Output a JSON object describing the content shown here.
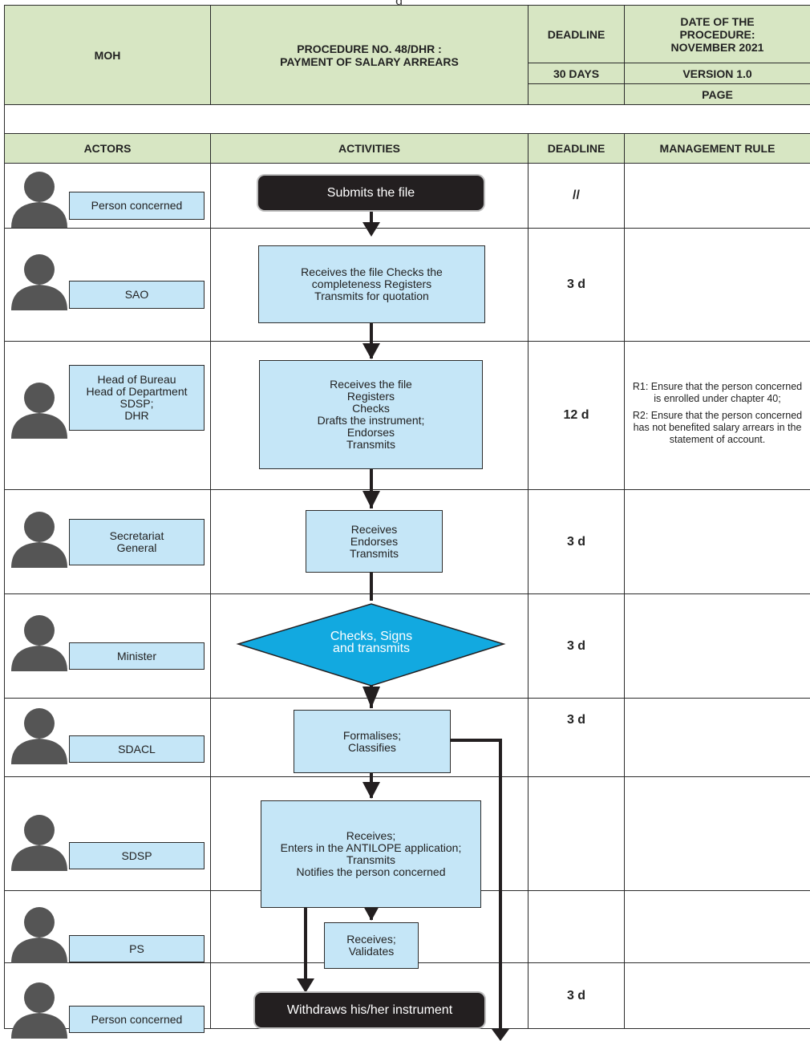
{
  "header": {
    "org": "MOH",
    "procedure_title": "PROCEDURE NO. 48/DHR :\nPAYMENT OF SALARY ARREARS",
    "deadline_label": "DEADLINE",
    "deadline_value": "30 DAYS",
    "date_label": "DATE OF THE\nPROCEDURE:\nNOVEMBER 2021",
    "version": "VERSION 1.0",
    "page_label": "PAGE"
  },
  "columns": {
    "actors": "ACTORS",
    "activities": "ACTIVITIES",
    "deadline": "DEADLINE",
    "management_rule": "MANAGEMENT RULE"
  },
  "rows": [
    {
      "actor": "Person concerned",
      "deadline": "//",
      "rule": []
    },
    {
      "actor": "SAO",
      "deadline": "3 d",
      "rule": []
    },
    {
      "actor": "Head of Bureau\nHead of Department\nSDSP;\nDHR",
      "deadline": "12 d",
      "rule": [
        "R1: Ensure that the person concerned is enrolled under chapter 40;",
        "R2: Ensure that the person concerned has not benefited salary arrears in the statement of account."
      ]
    },
    {
      "actor": "Secretariat\nGeneral",
      "deadline": "3 d",
      "rule": []
    },
    {
      "actor": "Minister",
      "deadline": "3 d",
      "rule": []
    },
    {
      "actor": "SDACL",
      "deadline": "3 d",
      "rule": []
    },
    {
      "actor": "SDSP",
      "deadline": "",
      "rule": []
    },
    {
      "actor": "PS",
      "deadline": "",
      "rule": []
    },
    {
      "actor": "Person concerned",
      "deadline": "3 d",
      "rule": []
    }
  ],
  "flow": {
    "start": "Submits the file",
    "sao_box": "Receives the file Checks the\ncompleteness Registers\nTransmits for quotation",
    "head_box": "Receives the file\nRegisters\nChecks\nDrafts the instrument;\nEndorses\nTransmits",
    "sg_box": "Receives\nEndorses\nTransmits",
    "minister_decision": "Checks, Signs\nand transmits",
    "sdacl_box": "Formalises;\nClassifies",
    "sdsp_box": "Receives;\nEnters in the ANTILOPE application;\nTransmits\nNotifies the person concerned",
    "ps_box": "Receives;\nValidates",
    "end": "Withdraws his/her instrument"
  },
  "colors": {
    "header_green": "#d7e6c3",
    "box_blue": "#c5e6f7",
    "decision_blue": "#12a9e0",
    "terminal_black": "#231f20",
    "avatar_gray": "#555555"
  },
  "icons": [
    "person-avatar-icon"
  ]
}
